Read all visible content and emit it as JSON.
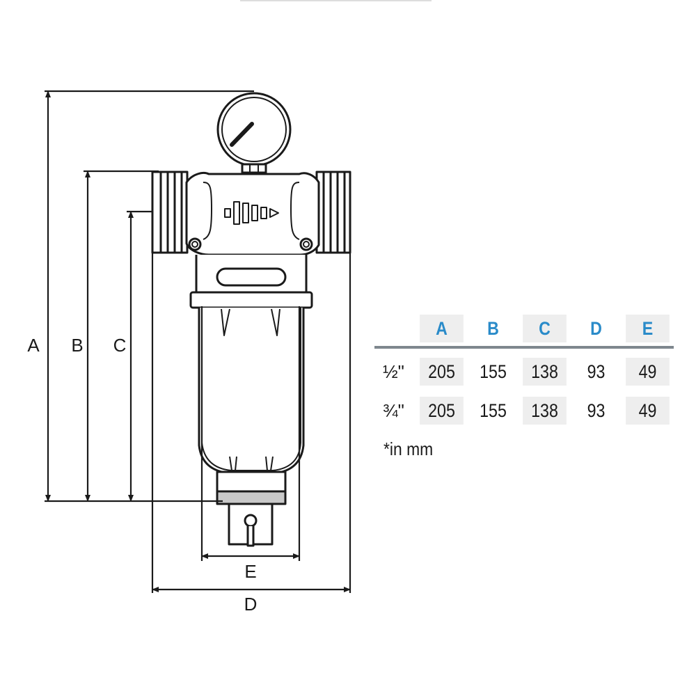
{
  "dimension_labels": {
    "a": "A",
    "b": "B",
    "c": "C",
    "d": "D",
    "e": "E"
  },
  "table": {
    "headers": [
      "A",
      "B",
      "C",
      "D",
      "E"
    ],
    "rows": [
      {
        "size": "½\"",
        "values": [
          "205",
          "155",
          "138",
          "93",
          "49"
        ]
      },
      {
        "size": "¾\"",
        "values": [
          "205",
          "155",
          "138",
          "93",
          "49"
        ]
      }
    ],
    "header_color": "#2a8bc9",
    "shade_color": "#eeeeee",
    "rule_color": "#7e878e"
  },
  "units_note": "*in mm"
}
